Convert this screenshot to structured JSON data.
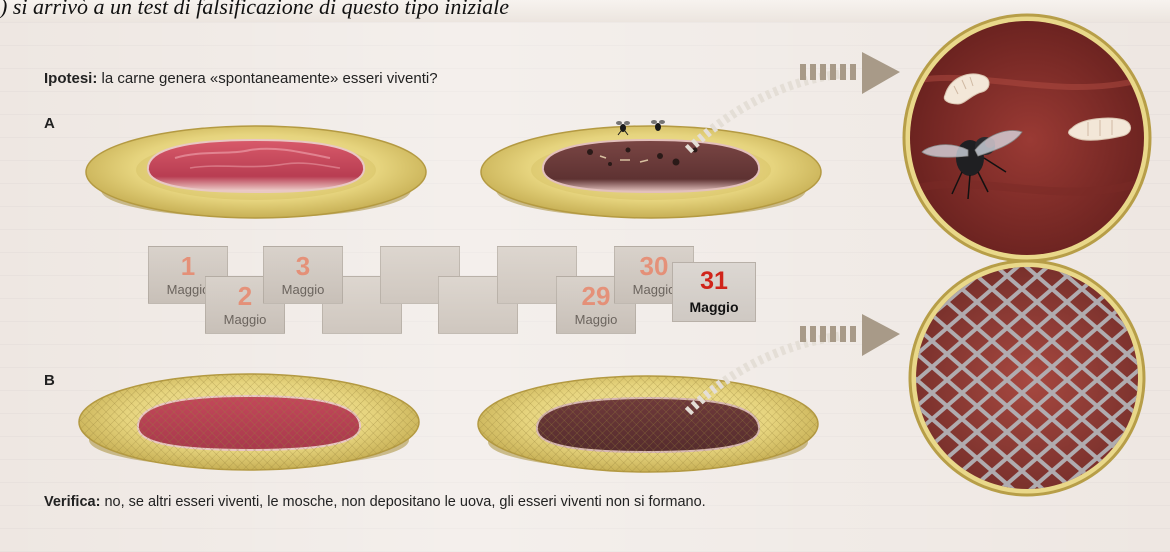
{
  "top_caption": ") si arrivò a un test di falsificazione di questo tipo iniziale",
  "hypothesis": {
    "label": "Ipotesi:",
    "text": " la carne genera «spontaneamente» esseri viventi?"
  },
  "row_a": "A",
  "row_b": "B",
  "timeline": [
    {
      "number": "1",
      "month": "Maggio"
    },
    {
      "number": "2",
      "month": "Maggio"
    },
    {
      "number": "3",
      "month": "Maggio"
    },
    {
      "number": "29",
      "month": "Maggio"
    },
    {
      "number": "30",
      "month": "Maggio"
    },
    {
      "number": "31",
      "month": "Maggio"
    }
  ],
  "verification": {
    "label": "Verifica:",
    "text": " no, se altri esseri viventi, le mosche, non depositano le uova, gli esseri viventi non si formano."
  },
  "colors": {
    "plate": "#e3d27a",
    "meat_fresh": "#c8455a",
    "meat_rotten": "#6a3a38",
    "highlight_day": "#d0241a",
    "arrow": "#a89a88"
  }
}
